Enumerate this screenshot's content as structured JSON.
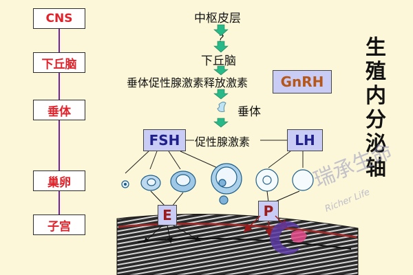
{
  "left_axis": [
    "CNS",
    "下丘脑",
    "垂体",
    "巢卵",
    "子宫"
  ],
  "center_chain": {
    "cortex": "中枢皮层",
    "question": "?",
    "hypothalamus": "下丘脑",
    "releasing_hormone": "垂体促性腺激素释放激素",
    "pituitary": "垂体",
    "gonadotropin": "促性腺激素"
  },
  "hormone_boxes": {
    "gnrh": "GnRH",
    "fsh": "FSH",
    "lh": "LH",
    "e": "E",
    "p": "P"
  },
  "vertical_title": "生殖内分泌轴",
  "watermark": {
    "brand": "瑞承生命",
    "sub": "Richer Life"
  },
  "colors": {
    "background": "#fbf7d8",
    "axis_line": "#7b1fa2",
    "axis_text": "#e1222a",
    "hormone_box": "#c9cdf6",
    "arrow": "#29b887",
    "gnrh_text": "#b5561b"
  }
}
